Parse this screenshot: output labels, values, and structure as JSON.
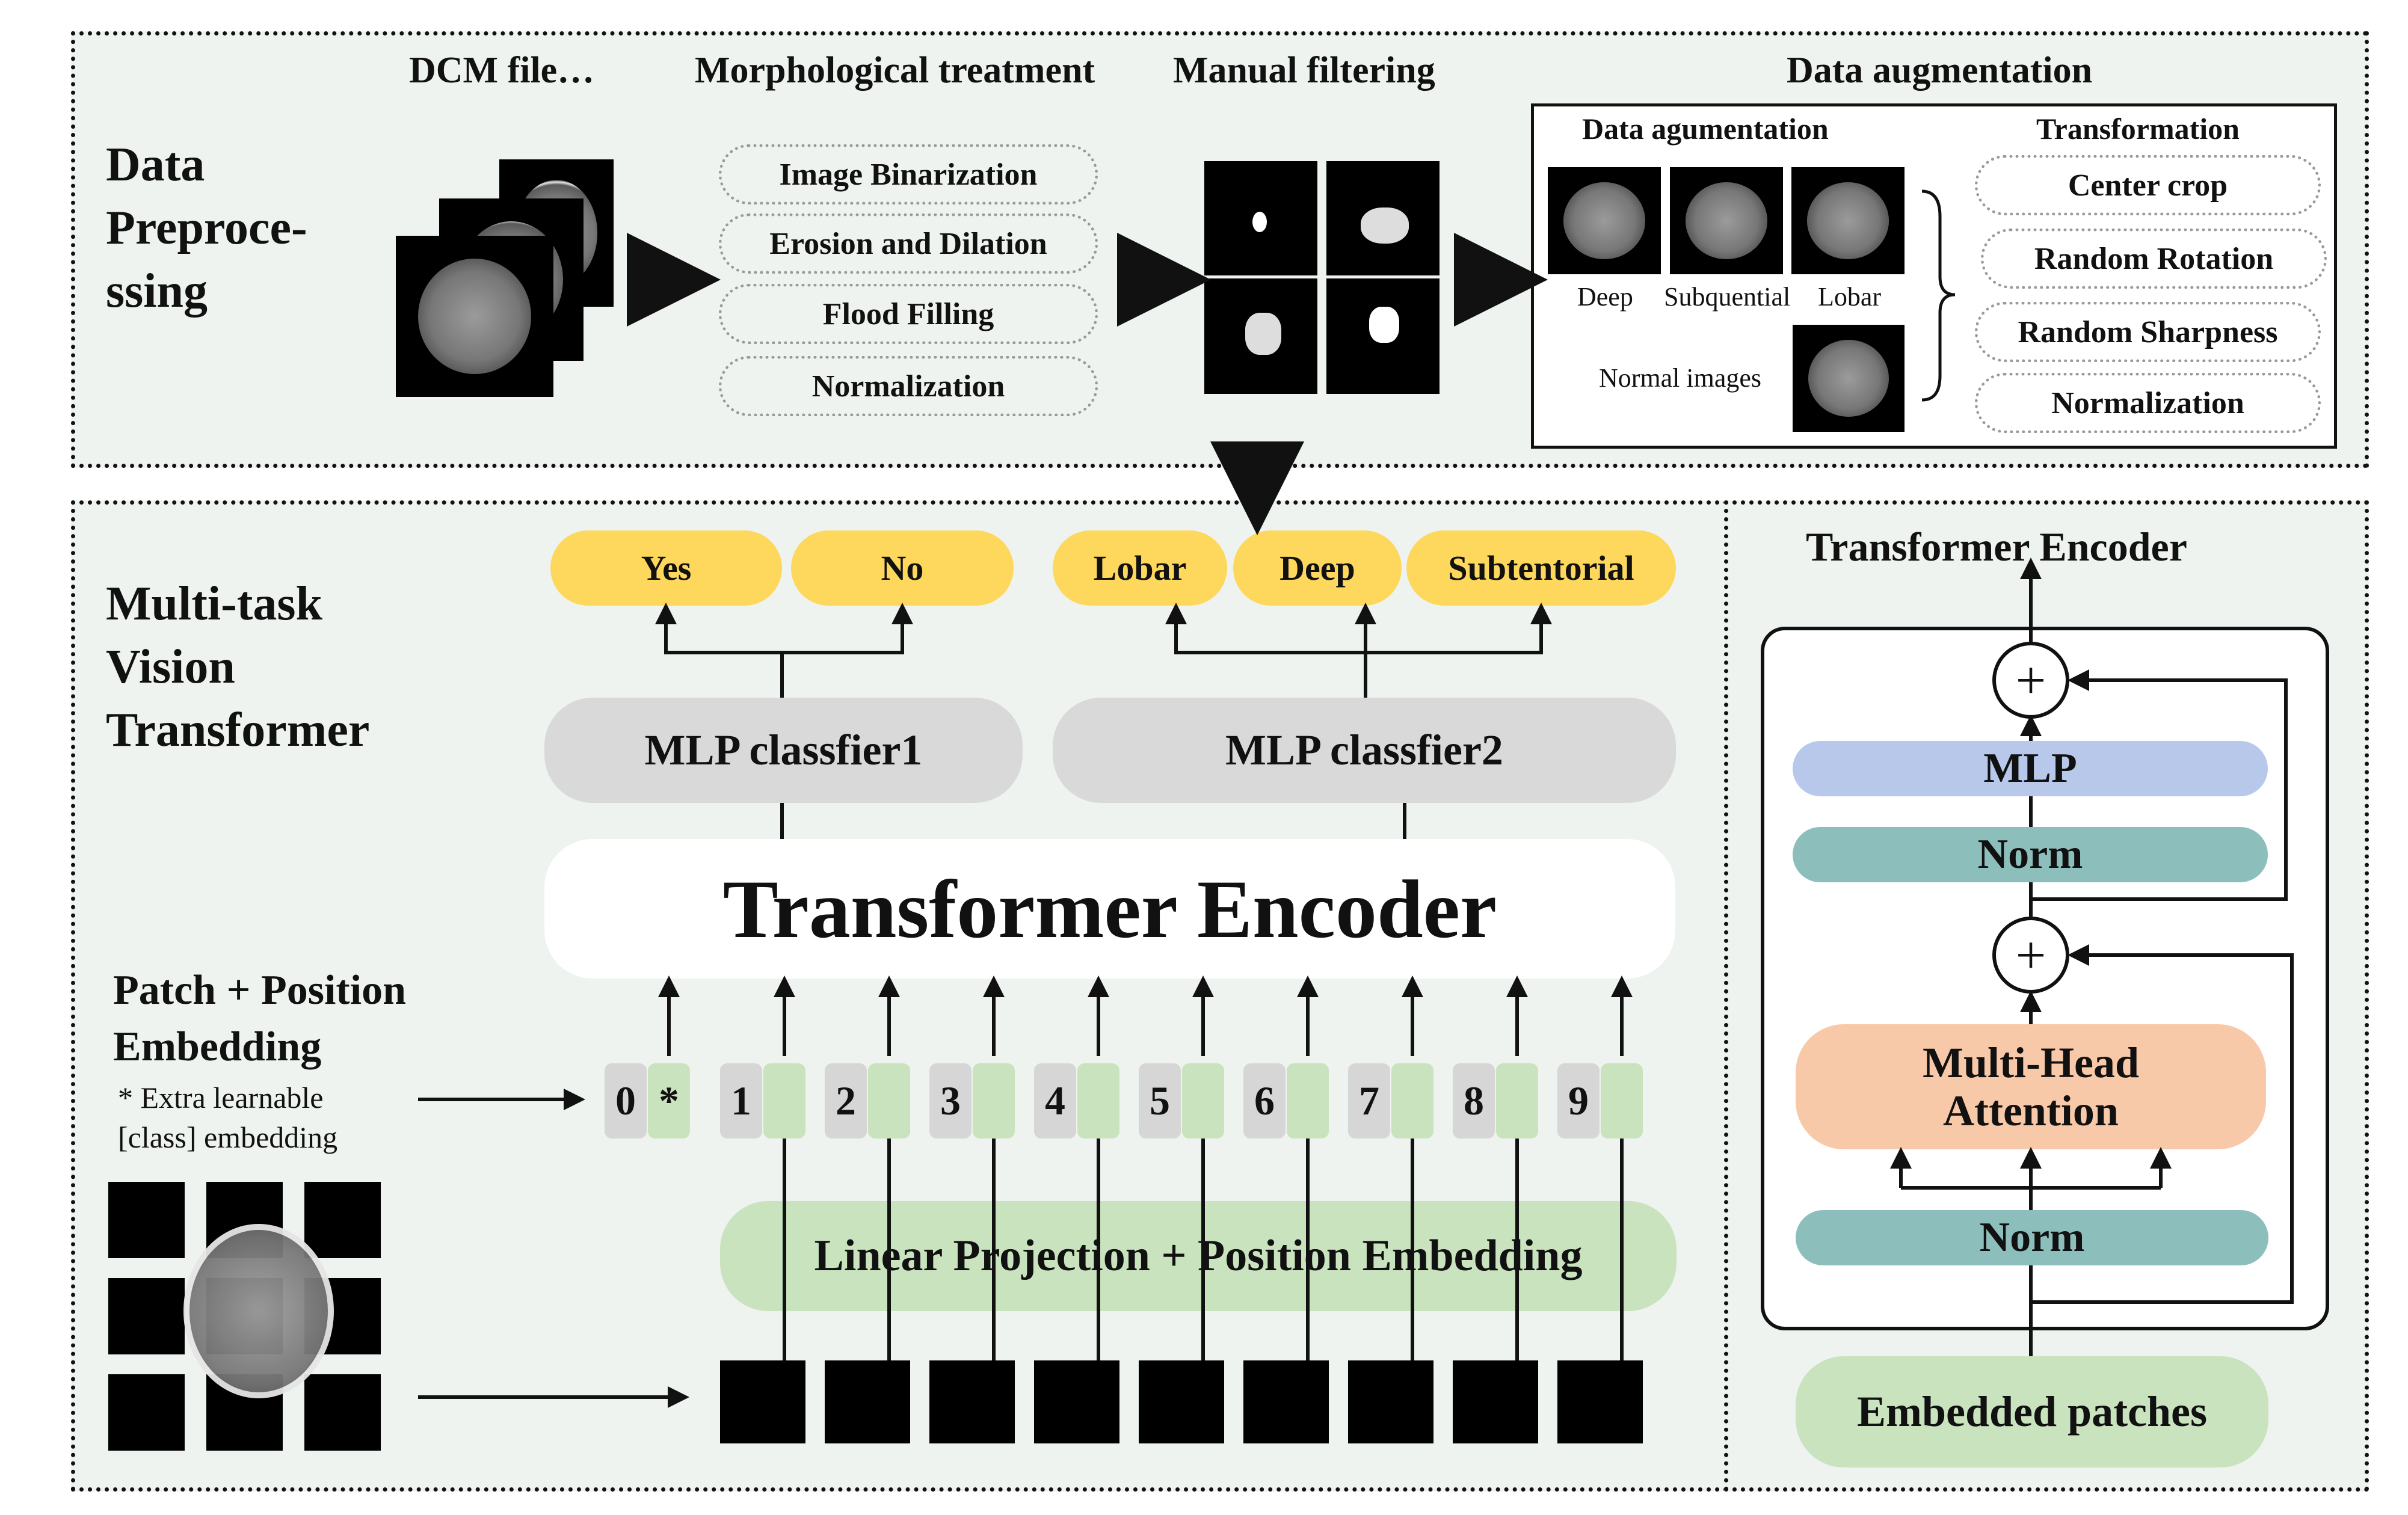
{
  "preprocessing": {
    "title": "Data Preproce-ssing",
    "title_lines": [
      "Data",
      "Preproce-",
      "ssing"
    ],
    "dcm_header": "DCM file…",
    "morph_header": "Morphological treatment",
    "morph_steps": [
      "Image Binarization",
      "Erosion and Dilation",
      "Flood Filling",
      "Normalization"
    ],
    "filter_header": "Manual filtering",
    "augment_header": "Data augmentation",
    "augment_box": {
      "left_header": "Data agumentation",
      "samples": [
        "Deep",
        "Subquential",
        "Lobar"
      ],
      "normal_label": "Normal images",
      "right_header": "Transformation",
      "transforms": [
        "Center crop",
        "Random Rotation",
        "Random Sharpness",
        "Normalization"
      ]
    }
  },
  "mtvit": {
    "title_lines": [
      "Multi-task",
      "Vision",
      "Transformer"
    ],
    "outputs_task1": [
      "Yes",
      "No"
    ],
    "outputs_task2": [
      "Lobar",
      "Deep",
      "Subtentorial"
    ],
    "classifier1": "MLP classfier1",
    "classifier2": "MLP classfier2",
    "encoder": "Transformer Encoder",
    "patch_title_lines": [
      "Patch + Position",
      "Embedding"
    ],
    "extra_note_lines": [
      "* Extra learnable",
      "[class] embedding"
    ],
    "tokens": [
      "0",
      "1",
      "2",
      "3",
      "4",
      "5",
      "6",
      "7",
      "8",
      "9"
    ],
    "class_token_mark": "*",
    "projection": "Linear Projection + Position Embedding"
  },
  "encoder_detail": {
    "title": "Transformer Encoder",
    "plus": "+",
    "mlp": "MLP",
    "norm_top": "Norm",
    "attention_lines": [
      "Multi-Head",
      "Attention"
    ],
    "norm_bottom": "Norm",
    "input": "Embedded patches"
  },
  "colors": {
    "panel_bg": "#eef3ef",
    "yellow": "#fdd85d",
    "gray_pill": "#d9d9d9",
    "green_pill": "#c9e3be",
    "mlp_blue": "#b7c8ea",
    "norm_teal": "#8cbfbc",
    "attention_peach": "#f8c9a8",
    "embedded_green": "#c9e3be"
  }
}
